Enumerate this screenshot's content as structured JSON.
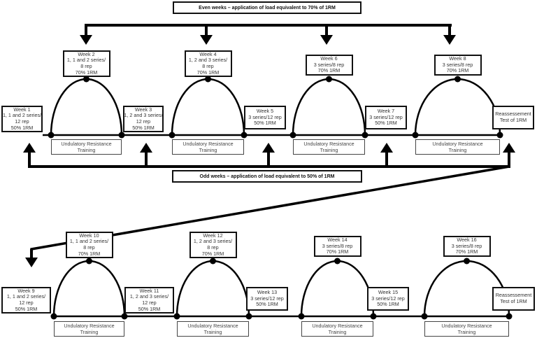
{
  "banners": {
    "even": "Even weeks – application of load equivalent to 70% of 1RM",
    "odd": "Odd weeks – application of load equivalent to 50% of 1RM"
  },
  "training_label": [
    "Undulatory Resistance",
    "Training"
  ],
  "rows": [
    {
      "weeks": [
        {
          "week": "Week 1",
          "lines": [
            "1, 1 and 2 series/",
            "12 rep",
            "50% 1RM"
          ],
          "type": "odd"
        },
        {
          "week": "Week 2",
          "lines": [
            "1, 1 and 2 series/",
            "8 rep",
            "70% 1RM"
          ],
          "type": "even"
        },
        {
          "week": "Week 3",
          "lines": [
            "1, 2 and 3 series/",
            "12 rep",
            "50% 1RM"
          ],
          "type": "odd"
        },
        {
          "week": "Week 4",
          "lines": [
            "1, 2 and 3 series/",
            "8 rep",
            "70% 1RM"
          ],
          "type": "even"
        },
        {
          "week": "Week 5",
          "lines": [
            "3 series/12 rep",
            "50% 1RM"
          ],
          "type": "odd"
        },
        {
          "week": "Week 6",
          "lines": [
            "3 series/8 rep",
            "70% 1RM"
          ],
          "type": "even"
        },
        {
          "week": "Week 7",
          "lines": [
            "3 series/12 rep",
            "50% 1RM"
          ],
          "type": "odd"
        },
        {
          "week": "Week 8",
          "lines": [
            "3 series/8 rep",
            "70% 1RM"
          ],
          "type": "even"
        }
      ],
      "reassessment": [
        "Reassessement",
        "Test of 1RM"
      ]
    },
    {
      "weeks": [
        {
          "week": "Week 9",
          "lines": [
            "1, 1 and 2 series/",
            "12 rep",
            "50% 1RM"
          ],
          "type": "odd"
        },
        {
          "week": "Week 10",
          "lines": [
            "1, 1 and 2 series/",
            "8 rep",
            "70% 1RM"
          ],
          "type": "even"
        },
        {
          "week": "Week 11",
          "lines": [
            "1, 2 and 3 series/",
            "12 rep",
            "50% 1RM"
          ],
          "type": "odd"
        },
        {
          "week": "Week 12",
          "lines": [
            "1, 2 and 3 series/",
            "8 rep",
            "70% 1RM"
          ],
          "type": "even"
        },
        {
          "week": "Week 13",
          "lines": [
            "3 series/12 rep",
            "50% 1RM"
          ],
          "type": "odd"
        },
        {
          "week": "Week 14",
          "lines": [
            "3 series/8 rep",
            "70% 1RM"
          ],
          "type": "even"
        },
        {
          "week": "Week 15",
          "lines": [
            "3 series/12 rep",
            "50% 1RM"
          ],
          "type": "odd"
        },
        {
          "week": "Week 16",
          "lines": [
            "3 series/8 rep",
            "70% 1RM"
          ],
          "type": "even"
        }
      ],
      "reassessment": [
        "Reassessement",
        "Test of 1RM"
      ]
    }
  ],
  "colors": {
    "line": "#000000",
    "text": "#333333",
    "background": "#ffffff"
  }
}
